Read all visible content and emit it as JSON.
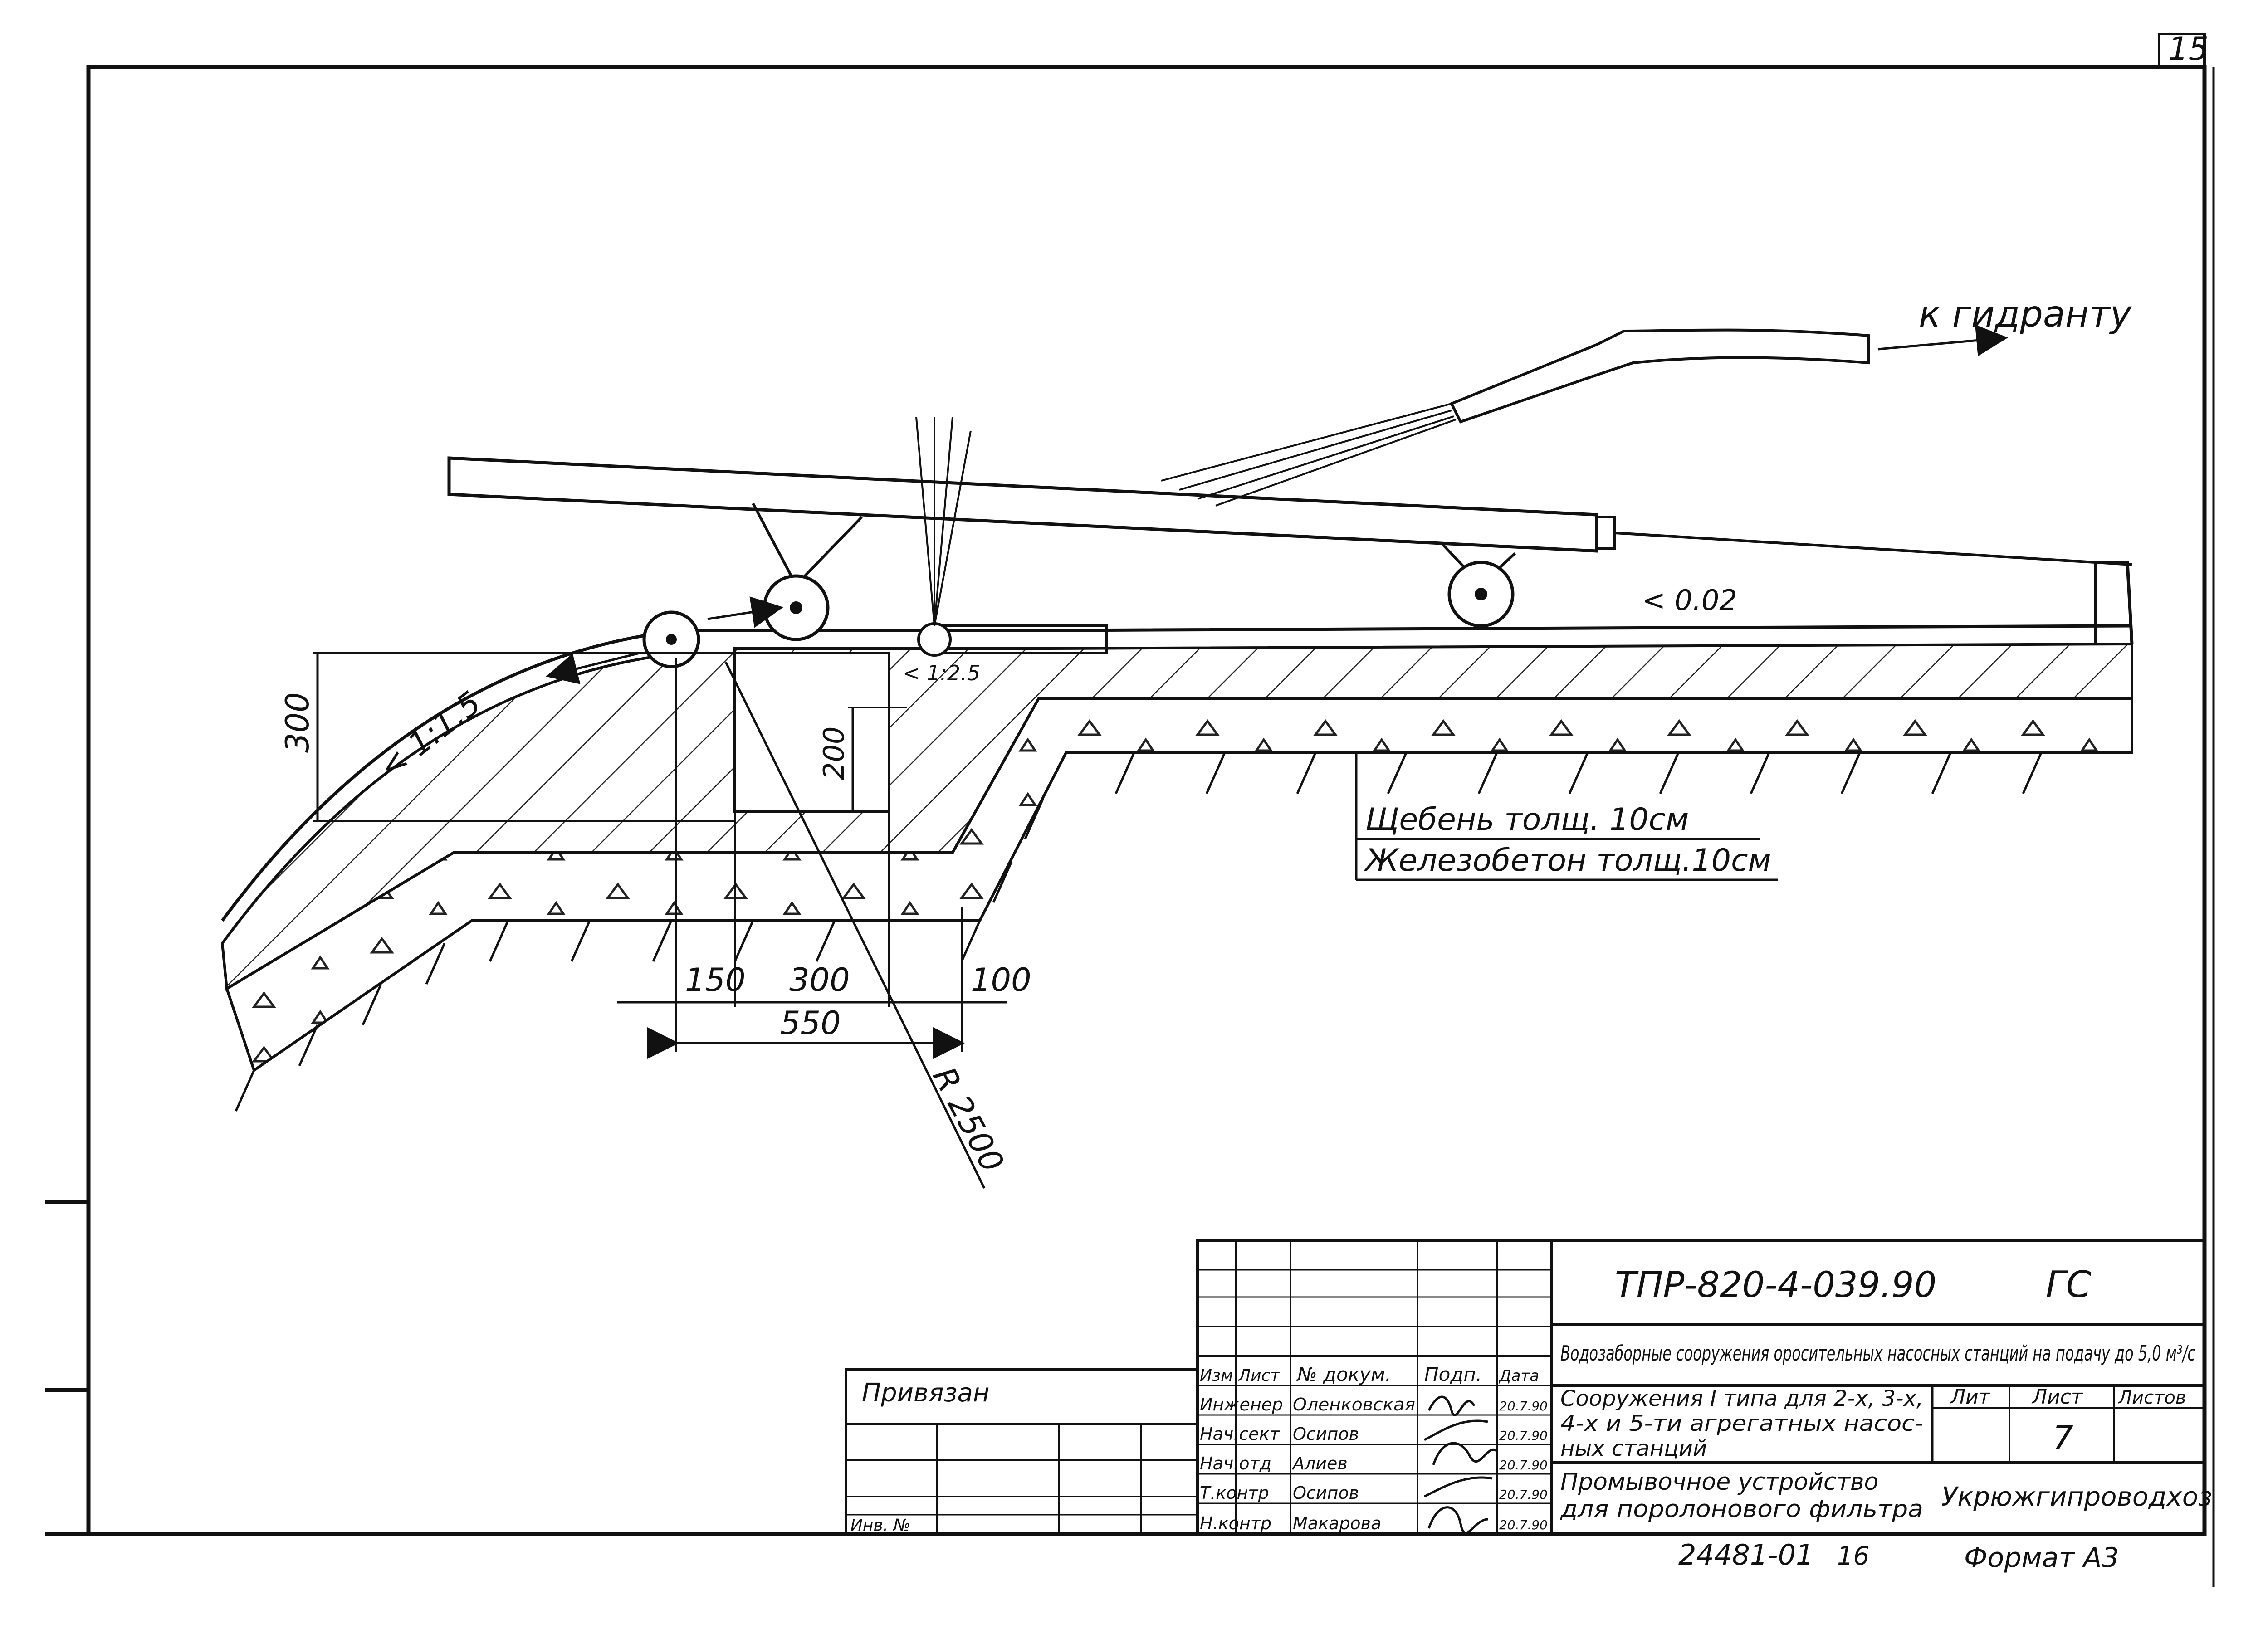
{
  "sheet_number": "15",
  "drawing": {
    "direction_label": "к гидранту",
    "slope_top": "0.02",
    "slope_small": "1:2.5",
    "slope_main": "1:1.5",
    "dim_height_left": "300",
    "dim_height_pit": "200",
    "dim_150": "150",
    "dim_300": "300",
    "dim_100": "100",
    "dim_550": "550",
    "radius": "R 2500",
    "layer_crushed_stone": "Щебень толщ. 10см",
    "layer_concrete": "Железобетон толщ.10см"
  },
  "title_block": {
    "doc_code": "ТПР-820-4-039.90",
    "stage_code": "ГС",
    "project_title": "Водозаборные сооружения оросительных насосных станций на подачу до 5,0 м³/с",
    "part_title_line1": "Сооружения I типа для 2-х, 3-х,",
    "part_title_line2": "4-х и 5-ти агрегатных насос-",
    "part_title_line3": "ных станций",
    "sheet_title_line1": "Промывочное устройство",
    "sheet_title_line2": "для поролонового фильтра",
    "organization": "Укрюжгипроводхоз",
    "col_lit": "Лит",
    "col_sheet": "Лист",
    "col_sheets": "Листов",
    "sheet_value": "7",
    "bound_label": "Привязан",
    "inv_label": "Инв. №",
    "header_izm": "Изм",
    "header_list": "Лист",
    "header_doc": "№ докум.",
    "header_sign": "Подп.",
    "header_date": "Дата",
    "signatures": [
      {
        "role": "Инженер",
        "name": "Оленковская",
        "date": "20.7.90"
      },
      {
        "role": "Нач.сект",
        "name": "Осипов",
        "date": "20.7.90"
      },
      {
        "role": "Нач.отд",
        "name": "Алиев",
        "date": "20.7.90"
      },
      {
        "role": "Т.контр",
        "name": "Осипов",
        "date": "20.7.90"
      },
      {
        "role": "Н.контр",
        "name": "Макарова",
        "date": "20.7.90"
      }
    ],
    "copy_number": "24481-01",
    "copy_sheet": "16",
    "format": "Формат А3"
  }
}
